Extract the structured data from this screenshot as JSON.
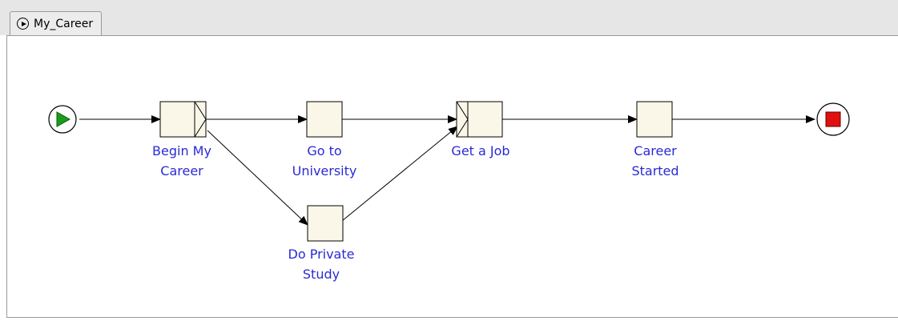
{
  "tab": {
    "label": "My_Career",
    "icon": "play-circle-icon"
  },
  "nodes": {
    "begin": {
      "line1": "Begin My",
      "line2": "Career"
    },
    "university": {
      "line1": "Go to",
      "line2": "University"
    },
    "private": {
      "line1": "Do Private",
      "line2": "Study"
    },
    "job": {
      "line1": "Get a Job"
    },
    "started": {
      "line1": "Career",
      "line2": "Started"
    }
  },
  "colors": {
    "task_fill": "#fbf7e8",
    "label": "#2a2ad6",
    "start_fill": "#1a9c1a",
    "end_fill": "#e01010"
  }
}
